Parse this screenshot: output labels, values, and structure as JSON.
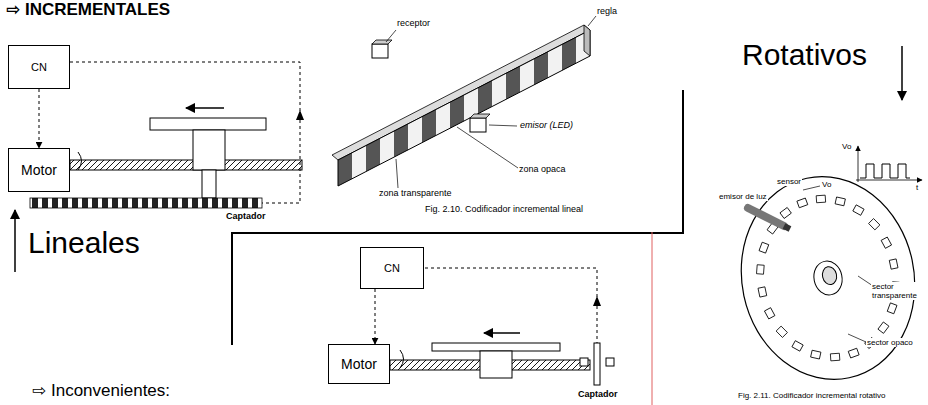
{
  "diagram": {
    "title": "⇨ INCREMENTALES",
    "nodes": [
      {
        "text": [
          "CN"
        ]
      },
      {
        "text": [
          "Motor"
        ]
      },
      {
        "text": [
          "CN"
        ]
      },
      {
        "text": [
          "Motor"
        ]
      }
    ],
    "edges": [
      {
        "from": 0,
        "to": 1,
        "arrow": "to"
      },
      {
        "from": 2,
        "to": 3,
        "arrow": "to"
      }
    ],
    "labels": [
      "Lineales",
      "Rotativos",
      "receptor",
      "regla",
      "zona opaca",
      "emisor (LED)",
      "zona transparente",
      "Fig. 2.10. Codificador incremental lineal",
      "Captador",
      "Captador",
      "sensor",
      "emisor de luz",
      "Vo",
      "Vo",
      "t",
      "sector transparente",
      "sector opaco",
      "Fig. 2.11. Codificador incremental rotativo",
      "⇨ Inconvenientes:"
    ]
  }
}
